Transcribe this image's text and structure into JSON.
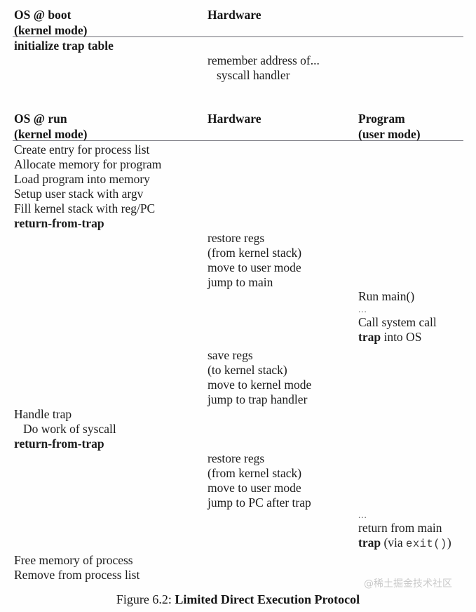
{
  "figure": {
    "caption_prefix": "Figure 6.2:",
    "caption_title": "Limited Direct Execution Protocol",
    "watermark": "@稀土掘金技术社区",
    "rule_color": "#6d6d75",
    "text_color": "#1c1c1c"
  },
  "boot_section": {
    "headers": {
      "os": {
        "line1": "OS @ boot",
        "line2": "(kernel mode)"
      },
      "hardware": {
        "line1": "Hardware",
        "line2": ""
      }
    },
    "os_steps": [
      {
        "text": "initialize trap table",
        "bold": true,
        "indent": false
      }
    ],
    "hardware_steps": [
      {
        "text": "remember address of...",
        "bold": false,
        "indent": false
      },
      {
        "text": "syscall handler",
        "bold": false,
        "indent": true
      }
    ]
  },
  "run_section": {
    "headers": {
      "os": {
        "line1": "OS @ run",
        "line2": "(kernel mode)"
      },
      "hardware": {
        "line1": "Hardware",
        "line2": ""
      },
      "program": {
        "line1": "Program",
        "line2": "(user mode)"
      }
    },
    "os_create": [
      {
        "text": "Create entry for process list",
        "bold": false,
        "indent": false
      },
      {
        "text": "Allocate memory for program",
        "bold": false,
        "indent": false
      },
      {
        "text": "Load program into memory",
        "bold": false,
        "indent": false
      },
      {
        "text": "Setup user stack with argv",
        "bold": false,
        "indent": false
      },
      {
        "text": "Fill kernel stack with reg/PC",
        "bold": false,
        "indent": false
      },
      {
        "text": "return-from-trap",
        "bold": true,
        "indent": false
      }
    ],
    "hw_restore_1": [
      {
        "text": "restore regs",
        "bold": false,
        "indent": false
      },
      {
        "text": "(from kernel stack)",
        "bold": false,
        "indent": false
      },
      {
        "text": "move to user mode",
        "bold": false,
        "indent": false
      },
      {
        "text": "jump to main",
        "bold": false,
        "indent": false
      }
    ],
    "prog_run": {
      "line1": "Run main()",
      "ellipsis": "...",
      "line2": "Call system call",
      "line3_bold": "trap",
      "line3_rest": " into OS"
    },
    "hw_save": [
      {
        "text": "save regs",
        "bold": false,
        "indent": false
      },
      {
        "text": "(to kernel stack)",
        "bold": false,
        "indent": false
      },
      {
        "text": "move to kernel mode",
        "bold": false,
        "indent": false
      },
      {
        "text": "jump to trap handler",
        "bold": false,
        "indent": false
      }
    ],
    "os_handle": [
      {
        "text": "Handle trap",
        "bold": false,
        "indent": false
      },
      {
        "text": "Do work of syscall",
        "bold": false,
        "indent": true
      },
      {
        "text": "return-from-trap",
        "bold": true,
        "indent": false
      }
    ],
    "hw_restore_2": [
      {
        "text": "restore regs",
        "bold": false,
        "indent": false
      },
      {
        "text": "(from kernel stack)",
        "bold": false,
        "indent": false
      },
      {
        "text": "move to user mode",
        "bold": false,
        "indent": false
      },
      {
        "text": "jump to PC after trap",
        "bold": false,
        "indent": false
      }
    ],
    "prog_exit": {
      "ellipsis": "...",
      "line1": "return from main",
      "line2_bold": "trap",
      "line2_mid": " (via ",
      "line2_mono": "exit()",
      "line2_end": ")"
    },
    "os_cleanup": [
      {
        "text": "Free memory of process",
        "bold": false,
        "indent": false
      },
      {
        "text": "Remove from process list",
        "bold": false,
        "indent": false
      }
    ]
  }
}
